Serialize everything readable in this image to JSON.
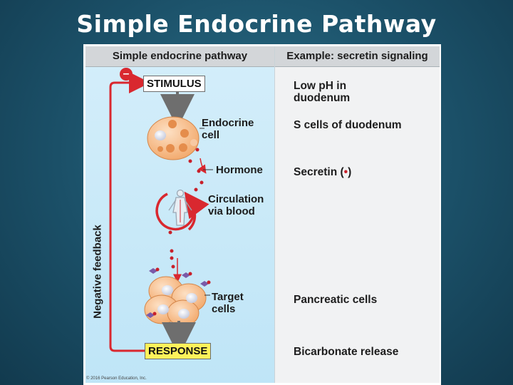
{
  "slide": {
    "title": "Simple Endocrine Pathway"
  },
  "figure": {
    "left_header": "Simple endocrine pathway",
    "right_header": "Example: secretin signaling",
    "stimulus": "STIMULUS",
    "endocrine_cell_line1": "Endocrine",
    "endocrine_cell_line2": "cell",
    "hormone": "Hormone",
    "circulation_line1": "Circulation",
    "circulation_line2": "via blood",
    "target_line1": "Target",
    "target_line2": "cells",
    "response": "RESPONSE",
    "feedback": "Negative feedback",
    "feedback_sign": "–",
    "copyright": "© 2016 Pearson Education, Inc."
  },
  "example": {
    "ph_line1": "Low pH in",
    "ph_line2": "duodenum",
    "s_cells": "S cells of duodenum",
    "secretin": "Secretin",
    "pancreatic": "Pancreatic cells",
    "bicarbonate": "Bicarbonate release"
  },
  "colors": {
    "feedback_arrow": "#d9282f",
    "hormone_dot": "#c8202a",
    "response_box": "#fff25a",
    "left_panel": "#c8e9f8",
    "header": "#d3d6d9"
  }
}
